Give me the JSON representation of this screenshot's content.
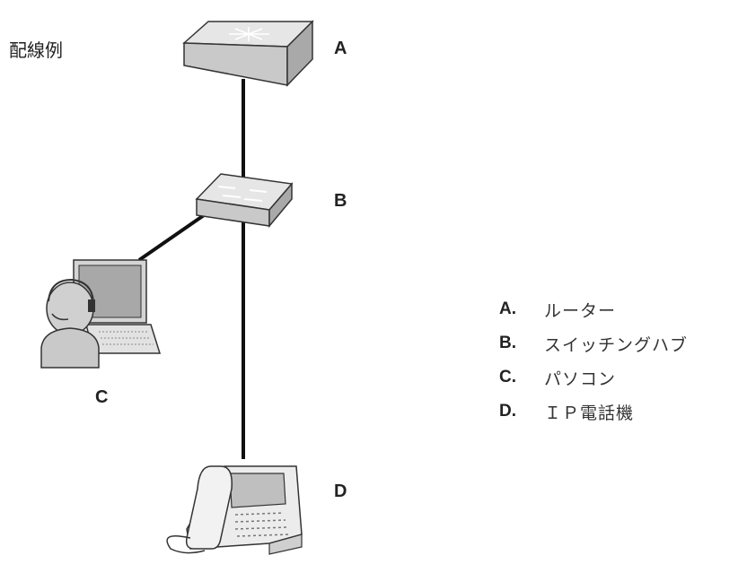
{
  "title": "配線例",
  "labels": {
    "a": "A",
    "b": "B",
    "c": "C",
    "d": "D"
  },
  "legend": [
    {
      "key": "A.",
      "text": "ルーター"
    },
    {
      "key": "B.",
      "text": "スイッチングハブ"
    },
    {
      "key": "C.",
      "text": "パソコン"
    },
    {
      "key": "D.",
      "text": "ＩＰ電話機"
    }
  ],
  "colors": {
    "line": "#111111",
    "device_fill": "#d9d9d9",
    "device_top": "#e8e8e8",
    "device_edge": "#333333"
  }
}
